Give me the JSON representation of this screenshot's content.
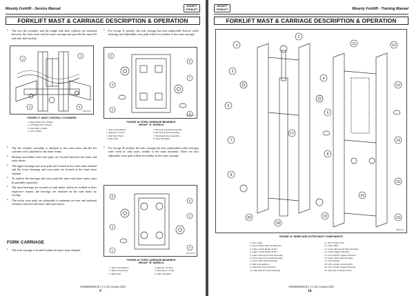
{
  "header": {
    "left_title": "Mounty Forklift - Service Manual",
    "right_title": "Mounty Forklift - Training Manual",
    "logo_line1": "MOUNTY",
    "logo_line2": "FORKLIFT"
  },
  "page_left": {
    "title": "FORKLIFT MAST & CARRIAGE DESCRIPTION & OPERATION",
    "col1_bullets": [
      "The two tilt cylinders and the single side shift cylinder are attached between the outer mast and the mast carriage and provide the mast lift and side shift facility."
    ],
    "col2_bullets": [
      "For Group 'A' models, the fork carriage has four replaceable 'bolt in' roller bearings and adjustable wear pads which are similar to the mast carriage."
    ],
    "fig17": {
      "caption": "FIGURE 17.  MAST CONTROL CYLINDERS",
      "ref": "MMS-FC01",
      "legend": [
        "1.  Right Hand Tilt Cylinder",
        "2.  Left Hand Tilt Cylinder",
        "3.  Side Shift Cylinder",
        "4.  Lift Cylinder"
      ]
    },
    "fig18": {
      "caption_line1": "FIGURE 18.  FORK CARRIAGE BEARINGS",
      "caption_line2": "GROUP \"A\" MODELS",
      "ref": "MMS-FC17",
      "legend_a": [
        "1.  Wear Pad Adjuster",
        "2.  Adjuster Locknut",
        "3.  Side Wear Pads",
        "4.  Wear Pad"
      ],
      "legend_b": [
        "5.  Bearing Stub Retaining Nuts",
        "6.  Bearing & Stub Assembly",
        "7.  Bearing & Stub Assembly",
        "8.  Wear Pad Rear"
      ]
    },
    "col1_bullets2": [
      "The lift cylinder assembly is attached to the outer mast and the lift cylinder rod is attached to the inner frame.",
      "Bearing assemblies and wear pads are located between the inner and outer masts.",
      "The upper bearings and wear pads are located in the outer mast channel and the lower bearings and wear pads are located in the inner mast channel.",
      "To replace the bearings and wear pads the inner and outer masts must be partially separated.",
      "The mast bearings are located on stub shafts which are welded to their respective frames, the bearings are retained on the stub shafts by circlips.",
      "The nylon wear pads are adjustable to maintain an even and minimal clearance between the inner and outer masts."
    ],
    "col2_bullets2": [
      "For Group 'B' models, the fork carriage has four replaceable roller bearings with 'weld in' stub axles, similar to the mast assembly. There are also adjustable wear pads which are similar to the mast carriage."
    ],
    "section_heading": "FORK CARRIAGE",
    "col1_bullets3": [
      "The fork carriage is located within the inner mast channel."
    ],
    "fig19": {
      "caption_line1": "FIGURE 19.  FORK CARRIAGE BEARINGS",
      "caption_line2": "GROUP \"B\" MODELS",
      "ref": "MMS-FC19",
      "legend_a": [
        "1.  Wear Pad Adjuster",
        "2.  Weld in Stub Axle",
        "3.  Wear Pad"
      ],
      "legend_b": [
        "4.  Adjuster Locknut",
        "5.  Bearing & Circlip",
        "6.  Wear Pad Rear"
      ]
    },
    "footer_doc": "SOM00658000 (P1_C1_R1) October 2003",
    "page_number": "9"
  },
  "page_right": {
    "title": "FORKLIFT MAST & CARRIAGE DESCRIPTION & OPERATION",
    "fig20": {
      "caption": "FIGURE 20.  INNER AND OUTER MAST COMPONENTS",
      "ref": "MMS-FC17",
      "legend_a": [
        "1.  Inner Mast",
        "2.  Lift Cylinder Rod Locating Pin",
        "3.  Upper Chain Roller & Pin",
        "4.  Upper Chain Roller & Pin",
        "5.  Upper Bearing & Stub Assembly",
        "6.  Lower Bearing & Stub Assembly",
        "7.  Lower Wear Pad Assembly",
        "8.  Wear Pad Adjuster",
        "9.  Side Wear Pad Assembly",
        "10. Side Shift Pin Stub Assembly"
      ],
      "legend_b": [
        "11. Tilt Cylinder Pins",
        "12. Outer Mast",
        "13. Lower Bearing & Stub Assembly",
        "14. Chain Support Bracket",
        "15. Lift Cylinder Support Bracket",
        "16. Upper Wear Pad Assembly",
        "17. Lift Cylinder",
        "18. Lift Cylinder Locating Pin",
        "19. Lift Cylinder Support Bracket",
        "20. Side Shift Cylinder & Pin"
      ]
    },
    "footer_doc": "SOM00658000 (P1_C1_R1) October 2003",
    "page_number": "10"
  }
}
